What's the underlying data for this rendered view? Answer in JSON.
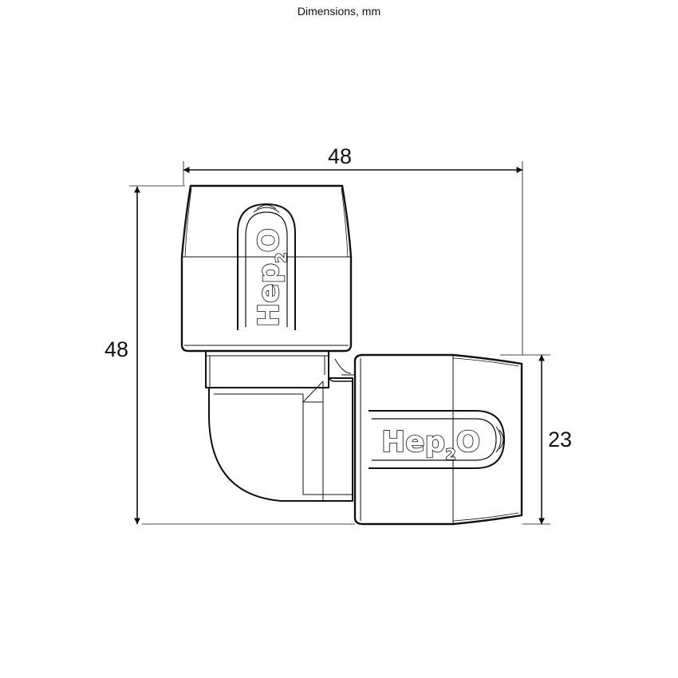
{
  "title": "Dimensions, mm",
  "dimensions": {
    "width": "48",
    "height": "48",
    "outlet_height": "23"
  },
  "brand_logo": "Hep2O",
  "colors": {
    "line": "#111111",
    "background": "#ffffff"
  }
}
